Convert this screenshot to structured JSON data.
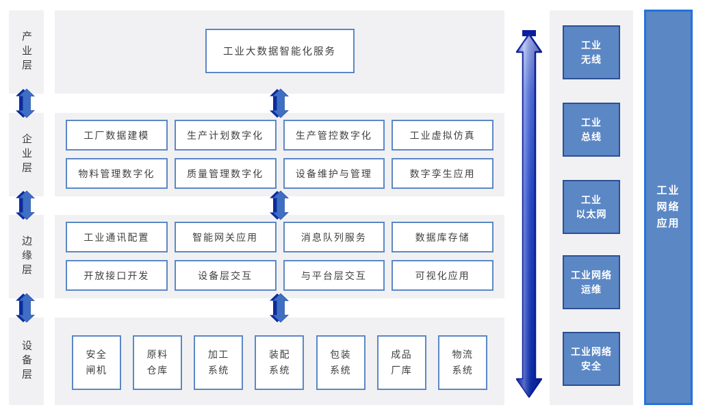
{
  "colors": {
    "section_bg": "#f1f1f3",
    "box_border": "#5b87c5",
    "box_text": "#3f3f3f",
    "label_text": "#3a3a3a",
    "solid_fill": "#5b87c5",
    "solid_border": "#2d4f92",
    "bar_border": "#2273dd",
    "arrow_navy": "#0b2b9e",
    "arrow_blue": "#3e6fc4"
  },
  "layers": [
    {
      "label": "产业层",
      "boxes": [
        "工业大数据智能化服务"
      ]
    },
    {
      "label": "企业层",
      "row1": [
        "工厂数据建模",
        "生产计划数字化",
        "生产管控数字化",
        "工业虚拟仿真"
      ],
      "row2": [
        "物料管理数字化",
        "质量管理数字化",
        "设备维护与管理",
        "数字孪生应用"
      ]
    },
    {
      "label": "边缘层",
      "row1": [
        "工业通讯配置",
        "智能网关应用",
        "消息队列服务",
        "数据库存储"
      ],
      "row2": [
        "开放接口开发",
        "设备层交互",
        "与平台层交互",
        "可视化应用"
      ]
    },
    {
      "label": "设备层",
      "boxes": [
        {
          "line1": "安全",
          "line2": "闸机"
        },
        {
          "line1": "原料",
          "line2": "仓库"
        },
        {
          "line1": "加工",
          "line2": "系统"
        },
        {
          "line1": "装配",
          "line2": "系统"
        },
        {
          "line1": "包装",
          "line2": "系统"
        },
        {
          "line1": "成品",
          "line2": "厂库"
        },
        {
          "line1": "物流",
          "line2": "系统"
        }
      ]
    }
  ],
  "network_column": {
    "boxes": [
      {
        "line1": "工业",
        "line2": "无线"
      },
      {
        "line1": "工业",
        "line2": "总线"
      },
      {
        "line1": "工业",
        "line2": "以太网"
      },
      {
        "line1": "工业网络",
        "line2": "运维"
      },
      {
        "line1": "工业网络",
        "line2": "安全"
      }
    ]
  },
  "network_bar": {
    "line1": "工业",
    "line2": "网络",
    "line3": "应用"
  }
}
